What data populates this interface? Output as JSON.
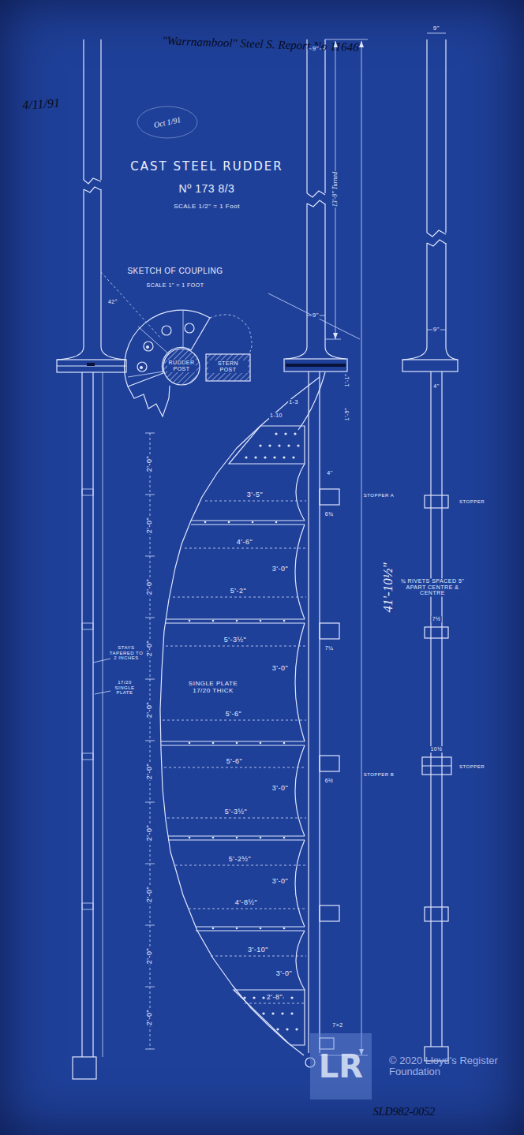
{
  "diagram": {
    "title": "CAST STEEL RUDDER",
    "nodes": [
      {
        "text": [
          "RUDDER POST"
        ]
      },
      {
        "text": [
          "STERN POST"
        ]
      }
    ],
    "labels": [
      "\"Warrnambool\" Steel S. Report No 11646",
      "4/11/91",
      "Oct 1/91",
      "Nº 173 8/3",
      "SCALE 1/2\" = 1 Foot",
      "SKETCH OF COUPLING",
      "SCALE 1\" = 1 FOOT",
      "42°",
      "9\"",
      "13'-9\" Turned",
      "9\"",
      "9\"",
      "9\"",
      "4\"",
      "1'-1\"",
      "1'-9\"",
      "1-3",
      "1-10",
      "4\"",
      "3'-5\"",
      "4'-6\"",
      "5'-2\"",
      "5'-3½\"",
      "5'-6\"",
      "5'-6\"",
      "5'-3½\"",
      "5'-2½\"",
      "4'-8½\"",
      "3'-10\"",
      "2'-8\"",
      "3'-0\"",
      "3'-0\"",
      "3'-0\"",
      "3'-0\"",
      "3'-0\"",
      "2'-0\"",
      "2'-0\"",
      "2'-0\"",
      "2'-0\"",
      "2'-0\"",
      "2'-0\"",
      "2'-0\"",
      "2'-0\"",
      "2'-0\"",
      "2'-0\"",
      "STOPPER A",
      "STOPPER B",
      "STOPPER",
      "STOPPER",
      "¾ RIVETS SPACED 5\" APART CENTRE & CENTRE",
      "41'-10½\"",
      "STAYS TAPERED TO 2 INCHES",
      "17/20 SINGLE PLATE",
      "SINGLE PLATE 17/20 THICK",
      "6¾",
      "7¼",
      "6½",
      "7×2",
      "7½",
      "10½",
      "SLD982-0052",
      "LR",
      "© 2020 Lloyd's Register Foundation"
    ]
  }
}
